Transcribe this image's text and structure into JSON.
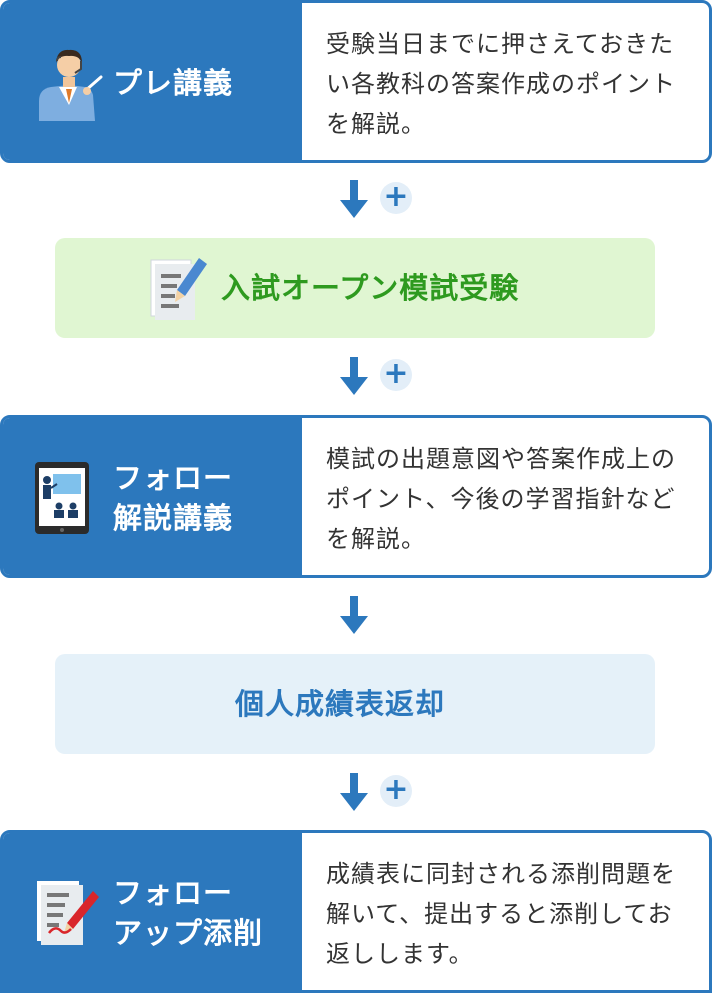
{
  "colors": {
    "primary_blue": "#2c78bd",
    "green_text": "#2e9a1f",
    "green_bg": "#e0f6d2",
    "blue_bg": "#e5f1f9"
  },
  "steps": [
    {
      "title": "プレ講義",
      "icon": "lecturer-icon",
      "description": "受験当日までに押さえておきたい各教科の答案作成のポイントを解説。"
    },
    {
      "title": "入試オープン模試受験",
      "icon": "exam-paper-pencil-icon"
    },
    {
      "title": "フォロー\n解説講義",
      "icon": "tablet-lecture-icon",
      "description": "模試の出題意図や答案作成上のポイント、今後の学習指針などを解説。"
    },
    {
      "title": "個人成績表返却"
    },
    {
      "title": "フォロー\nアップ添削",
      "icon": "paper-red-pen-icon",
      "description": "成績表に同封される添削問題を解いて、提出すると添削してお返しします。"
    }
  ],
  "connectors": [
    {
      "icon": "arrow-down-icon",
      "plus": "+"
    },
    {
      "icon": "arrow-down-icon",
      "plus": "+"
    },
    {
      "icon": "arrow-down-icon"
    },
    {
      "icon": "arrow-down-icon",
      "plus": "+"
    }
  ]
}
